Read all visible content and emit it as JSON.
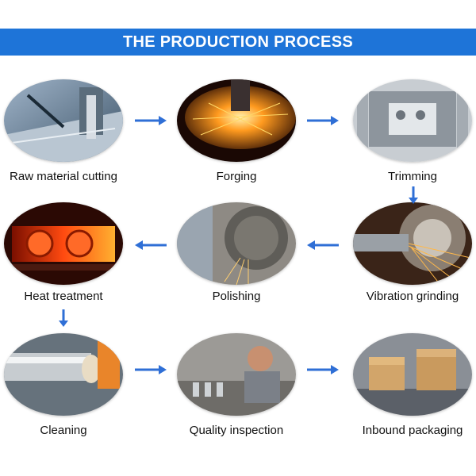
{
  "title": "THE PRODUCTION PROCESS",
  "colors": {
    "banner": "#1e74d8",
    "arrow": "#2f6fd6",
    "text": "#111111"
  },
  "steps": [
    {
      "label": "Raw material cutting",
      "image": "cnc-cutting-photo"
    },
    {
      "label": "Forging",
      "image": "forging-sparks-photo"
    },
    {
      "label": "Trimming",
      "image": "die-trimming-photo"
    },
    {
      "label": "Vibration grinding",
      "image": "grinding-sparks-photo"
    },
    {
      "label": "Polishing",
      "image": "polishing-wheel-photo"
    },
    {
      "label": "Heat treatment",
      "image": "furnace-photo"
    },
    {
      "label": "Cleaning",
      "image": "lathe-cleaning-photo"
    },
    {
      "label": "Quality inspection",
      "image": "inspection-photo"
    },
    {
      "label": "Inbound packaging",
      "image": "boxes-conveyor-photo"
    }
  ]
}
